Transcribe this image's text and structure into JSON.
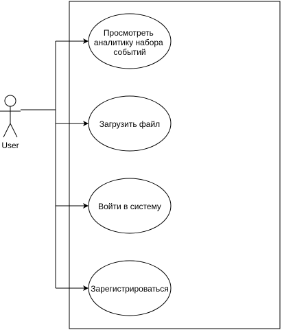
{
  "diagram": {
    "actor": {
      "label": "User"
    },
    "use_cases": [
      {
        "id": "view-analytics",
        "lines": [
          "Просмотреть",
          "аналитику набора",
          "событий"
        ]
      },
      {
        "id": "upload-file",
        "lines": [
          "Загрузить файл"
        ]
      },
      {
        "id": "login",
        "lines": [
          "Войти в систему"
        ]
      },
      {
        "id": "register",
        "lines": [
          "Зарегистрироваться"
        ]
      }
    ]
  }
}
